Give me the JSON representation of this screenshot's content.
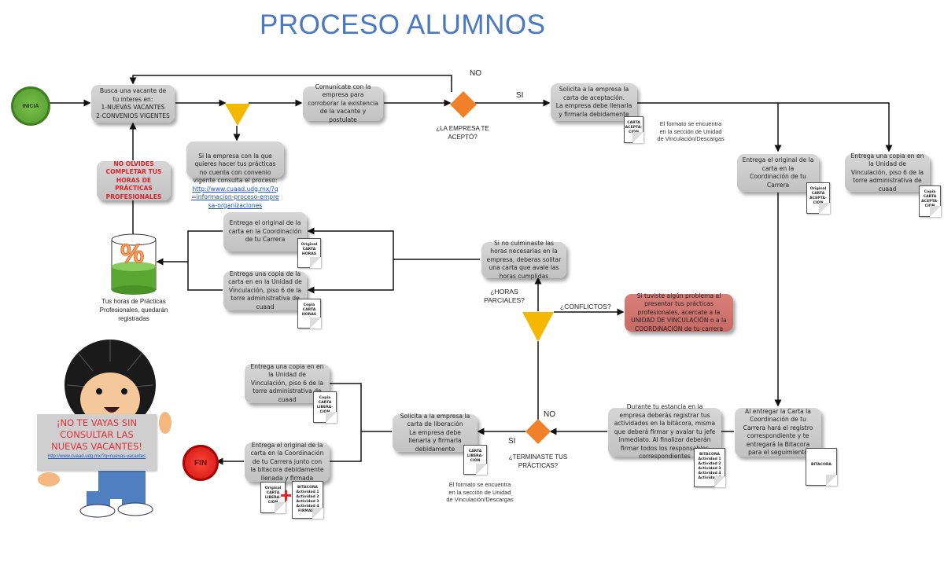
{
  "title": "PROCESO ALUMNOS",
  "colors": {
    "title": "#4a78c2",
    "start": "#6aab3c",
    "end": "#e02020",
    "decision": "#f0802a",
    "merge": "#f5b800",
    "box": "#c8c8c8",
    "alert_box": "#d0716d"
  },
  "nodes": {
    "start": "INICIA",
    "end": "FIN",
    "search_vacancy": "Busca una vacante de tu interes en:\n1-NUEVAS VACANTES\n2-CONVENIOS VIGENTES",
    "no_agreement_note": "Si la empresa con la que quieres hacer tus prácticas no cuenta con convenio vigente consulta el proceso:",
    "no_agreement_link": "http://www.cuaad.udg.mx/?q=informacion-proceso-empresa-organizaciones",
    "contact_company": "Comunícate con la empresa para corroborar la existencia de la vacante y postulate",
    "accepted_question": "¿LA EMPRESA TE ACEPTÓ?",
    "request_acceptance": "Solicita a la empresa la carta de aceptación.\nLa empresa debe llenarla y firmarla debidamente",
    "format_note_1": "El formato se encuentra\nen la sección de  Unidad\nde Vinculación/Descargas",
    "deliver_original_acceptance": "Entrega el original de la carta en la Coordinación de tu Carrera",
    "deliver_copy_acceptance": "Entrega una copia en en la Unidad de Vinculación, piso 6 de la torre administrativa de cuaad",
    "reminder": "NO OLVIDES COMPLETAR TUS HORAS DE PRÁCTICAS PROFESIONALES",
    "hours_registered": "Tus horas de Prácticas\nProfesionales, quedarán\nregistradas",
    "deliver_original_hours": "Entrega el original de la carta en la Coordinación de tu Carrera",
    "deliver_copy_hours": "Entrega una copia de la carta en en la Unidad de Vinculación, piso 6 de la torre administrativa de cuaad",
    "partial_hours_note": "Si no culminaste las horas necesarias en la empresa, deberas solitar una carta que avale las horas cumplidas",
    "partial_hours_question": "¿HORAS\nPARCIALES?",
    "conflicts_question": "¿CONFLICTOS?",
    "conflicts_note": "Si tuviste algún problema al presentar tus prácticas profesionales, acercate a la UNIDAD DE VINCULACIÓN o a la COORDINACIÓN de tu carrera",
    "coordination_registers": "Al entregar la Carta la Coordinación de tu Carrera hará el registro correspondiente y te entregará la Bitacora para el seguimiento",
    "log_activities": "Durante tu estancia en la empresa deberás registrar tus actividades en la bitácora, misma que deberá firmar y avalar tu jefe inmediato. Al finalizar deberán firmar todos los responsables correspondientes",
    "finished_question": "¿TERMINASTE TUS\nPRÁCTICAS?",
    "request_release": "Solicita a la empresa la carta de liberación\nLa empresa debe llenarla y firmarla debidamente",
    "format_note_2": "El formato se encuentra\nen la sección de  Unidad\nde Vinculación/Descargas",
    "deliver_copy_release": "Entrega una copia en en la Unidad de Vinculación, piso 6 de la torre administrativa de cuaad",
    "deliver_original_release": "Entrega el original de la carta en la Coordinación de tu Carrera junto con la bitacora debidamente llenada y firmada"
  },
  "edge_labels": {
    "no_1": "NO",
    "si_1": "SI",
    "no_2": "NO",
    "si_2": "SI"
  },
  "documents": {
    "carta_aceptacion": "CARTA\nACEPTA-\nCIÓN",
    "original_aceptacion": "Original\nCARTA\nACEPTA-\nCIÓN",
    "copia_aceptacion": "Copia\nCARTA\nACEPTA-\nCIÓN",
    "original_horas": "Original\nCARTA\nHORAS",
    "copia_horas": "Copia\nCARTA\nHORAS",
    "bitacora": "BITACORA",
    "bitacora_actividades": "BITACORA\nActividad 1\nActividad 2\nActividad 3\nActividad 4\nActividad 5",
    "carta_liberacion": "CARTA\nLIBERA-\nCIÓN",
    "copia_liberacion": "Copia\nCARTA\nLIBERA-\nCIÓN",
    "original_liberacion": "Original\nCARTA\nLIBERA-\nCIÓN",
    "bitacora_firmada": "BITACORA\nActividad 1\nActividad 2\nActividad 3\nActividad 4\nFIRMADA"
  },
  "mascot": {
    "sign_text": "¡NO TE VAYAS SIN CONSULTAR LAS NUEVAS VACANTES!",
    "sign_link": "http://www.cuaad.udg.mx/?q=nuevas-vacantes"
  },
  "percent_symbol": "%"
}
